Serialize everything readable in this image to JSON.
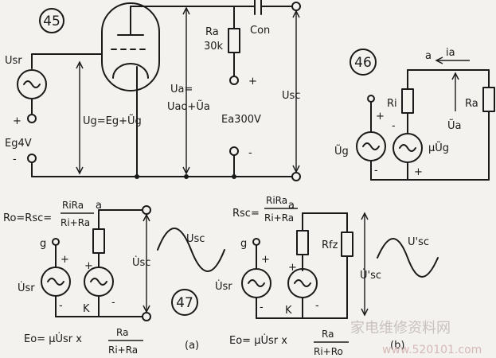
{
  "fig45": {
    "number": "45",
    "con": "Con",
    "ra": "Ra",
    "ra_value": "30k",
    "plus": "+",
    "minus": "-",
    "supply": "Ea300V",
    "usr": "Usr",
    "eg": "Eg4V",
    "ug": "Ug=Eg+Ũg",
    "ua_line1": "Ua=",
    "ua_line2": "Uao+Ũa",
    "usc": "Usc"
  },
  "fig46": {
    "number": "46",
    "a": "a",
    "ia": "ia",
    "ri": "Ri",
    "ra": "Ra",
    "ua": "Ũa",
    "muug": "μŨg",
    "ug": "Ũg",
    "plus": "+",
    "minus": "-"
  },
  "fig47a": {
    "number": "47",
    "ro": "Ro=Rsc=",
    "num": "RiRa",
    "den": "Ri+Ra",
    "a": "a",
    "g": "g",
    "k": "K",
    "plus": "+",
    "minus": "-",
    "usr": "U̇sr",
    "usc": "U̇sc",
    "wave": "Usc",
    "eo": "Eo= μU̇sr x",
    "eo_num": "Ra",
    "eo_den": "Ri+Ra",
    "sub": "(a)"
  },
  "fig47b": {
    "rsc": "Rsc=",
    "num": "RiRa",
    "den": "Ri+Ra",
    "a": "a",
    "g": "g",
    "k": "K",
    "plus": "+",
    "minus": "-",
    "rfz": "Rfz",
    "usr": "U̇sr",
    "usc": "U̇'sc",
    "wave": "U'sc",
    "eo": "Eo= μU̇sr x",
    "eo_num": "Ra",
    "eo_den": "Ri+Ro",
    "sub": "(b)"
  },
  "watermark": {
    "title": "家电维修资料网",
    "url": "www.520101.com"
  }
}
